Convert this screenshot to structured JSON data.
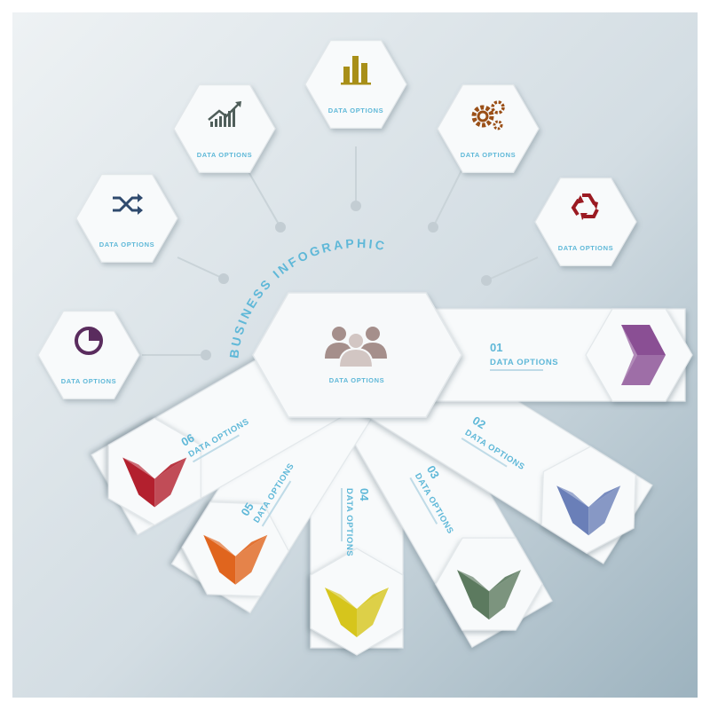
{
  "title": "BUSINESS INFOGRAPHIC",
  "colors": {
    "accent_text": "#5fb8d8",
    "background_top": "#e9eef1",
    "background_bottom": "#9fb6c2",
    "icon_dark": "#4a4a4a"
  },
  "outer_items": [
    {
      "label": "DATA OPTIONS",
      "icon": "pie-chart-icon",
      "color": "#5a2c5e"
    },
    {
      "label": "DATA OPTIONS",
      "icon": "shuffle-icon",
      "color": "#2f4a6e"
    },
    {
      "label": "DATA OPTIONS",
      "icon": "growth-chart-icon",
      "color": "#4f5e5a"
    },
    {
      "label": "DATA OPTIONS",
      "icon": "bar-chart-icon",
      "color": "#a88f18"
    },
    {
      "label": "DATA OPTIONS",
      "icon": "gears-icon",
      "color": "#9a4f17"
    },
    {
      "label": "DATA OPTIONS",
      "icon": "recycle-icon",
      "color": "#9b1a22"
    }
  ],
  "center": {
    "label": "DATA OPTIONS",
    "icon": "team-icon",
    "color": "#9c8c88"
  },
  "steps": [
    {
      "number": "01",
      "label": "DATA OPTIONS",
      "icon": "chevron-shape-icon",
      "color": "#8a4f94"
    },
    {
      "number": "02",
      "label": "DATA OPTIONS",
      "icon": "folded-shape-icon",
      "color": "#6a7fb8"
    },
    {
      "number": "03",
      "label": "DATA OPTIONS",
      "icon": "folded-shape-icon",
      "color": "#5c7a5f"
    },
    {
      "number": "04",
      "label": "DATA OPTIONS",
      "icon": "folded-shape-icon",
      "color": "#d6c51c"
    },
    {
      "number": "05",
      "label": "DATA OPTIONS",
      "icon": "folded-shape-icon",
      "color": "#e0651e"
    },
    {
      "number": "06",
      "label": "DATA OPTIONS",
      "icon": "folded-shape-icon",
      "color": "#b3202e"
    }
  ]
}
